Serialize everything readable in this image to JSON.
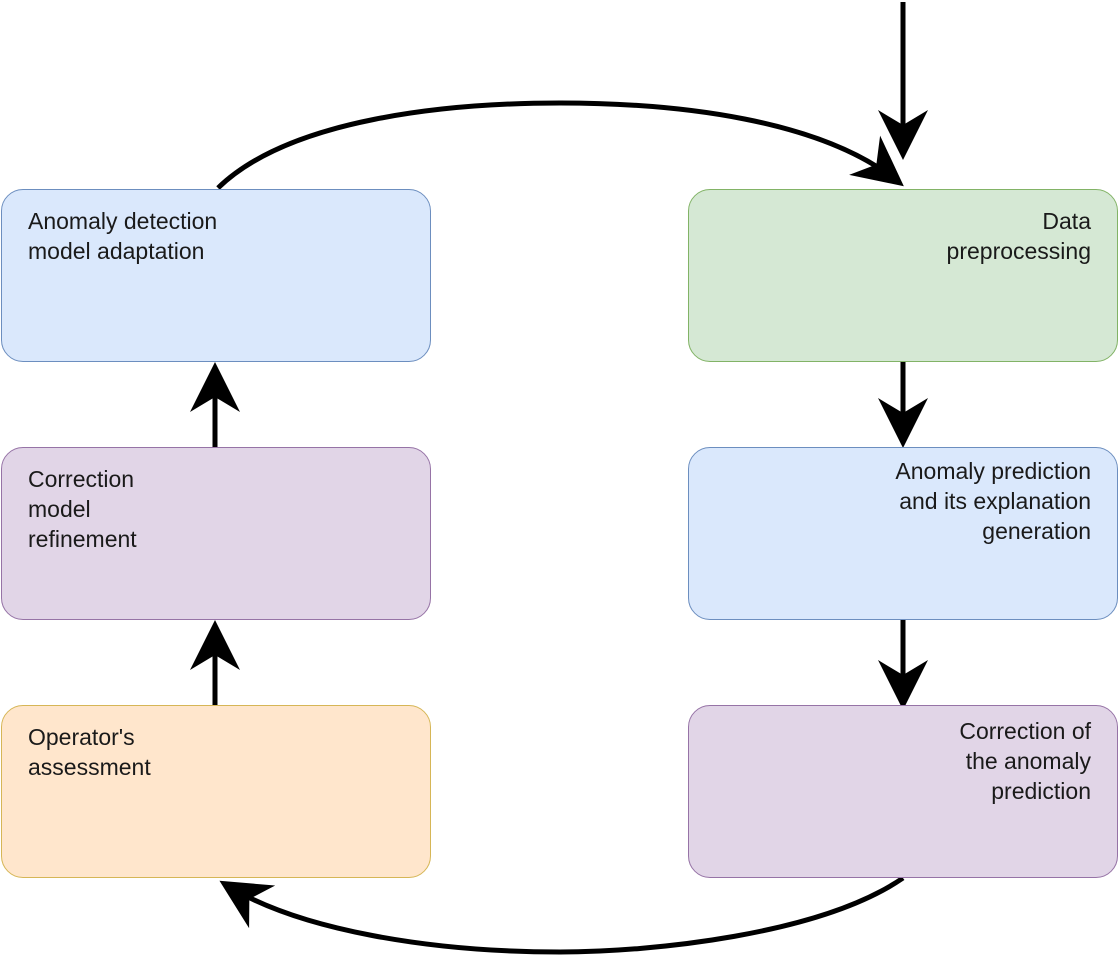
{
  "nodes": {
    "model_adaptation": {
      "label": "Anomaly detection\nmodel adaptation",
      "fill": "#dae8fc",
      "stroke": "#6c8ebf"
    },
    "correction_refinement": {
      "label": "Correction\nmodel\nrefinement",
      "fill": "#e1d5e7",
      "stroke": "#9673a6"
    },
    "operator_assessment": {
      "label": "Operator's\nassessment",
      "fill": "#ffe6cc",
      "stroke": "#d6b656"
    },
    "data_preprocessing": {
      "label": "Data\npreprocessing",
      "fill": "#d5e8d4",
      "stroke": "#82b366"
    },
    "anomaly_prediction": {
      "label": "Anomaly prediction\nand its explanation\ngeneration",
      "fill": "#dae8fc",
      "stroke": "#6c8ebf"
    },
    "correction_prediction": {
      "label": "Correction of\nthe anomaly\nprediction",
      "fill": "#e1d5e7",
      "stroke": "#9673a6"
    }
  },
  "edges": [
    {
      "from": "input",
      "to": "data_preprocessing"
    },
    {
      "from": "data_preprocessing",
      "to": "anomaly_prediction"
    },
    {
      "from": "anomaly_prediction",
      "to": "correction_prediction"
    },
    {
      "from": "correction_prediction",
      "to": "operator_assessment"
    },
    {
      "from": "operator_assessment",
      "to": "correction_refinement"
    },
    {
      "from": "correction_refinement",
      "to": "model_adaptation"
    },
    {
      "from": "model_adaptation",
      "to": "data_preprocessing"
    }
  ],
  "colors": {
    "edge": "#000000"
  }
}
